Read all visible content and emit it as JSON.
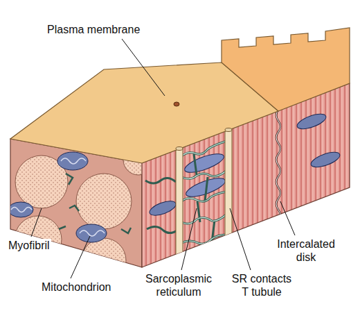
{
  "diagram": {
    "labels": [
      "Plasma membrane",
      "Intercalated disk",
      "Myofibril",
      "Mitochondrion",
      "Sarcoplasmic reticulum",
      "SR contacts T tubule"
    ]
  }
}
